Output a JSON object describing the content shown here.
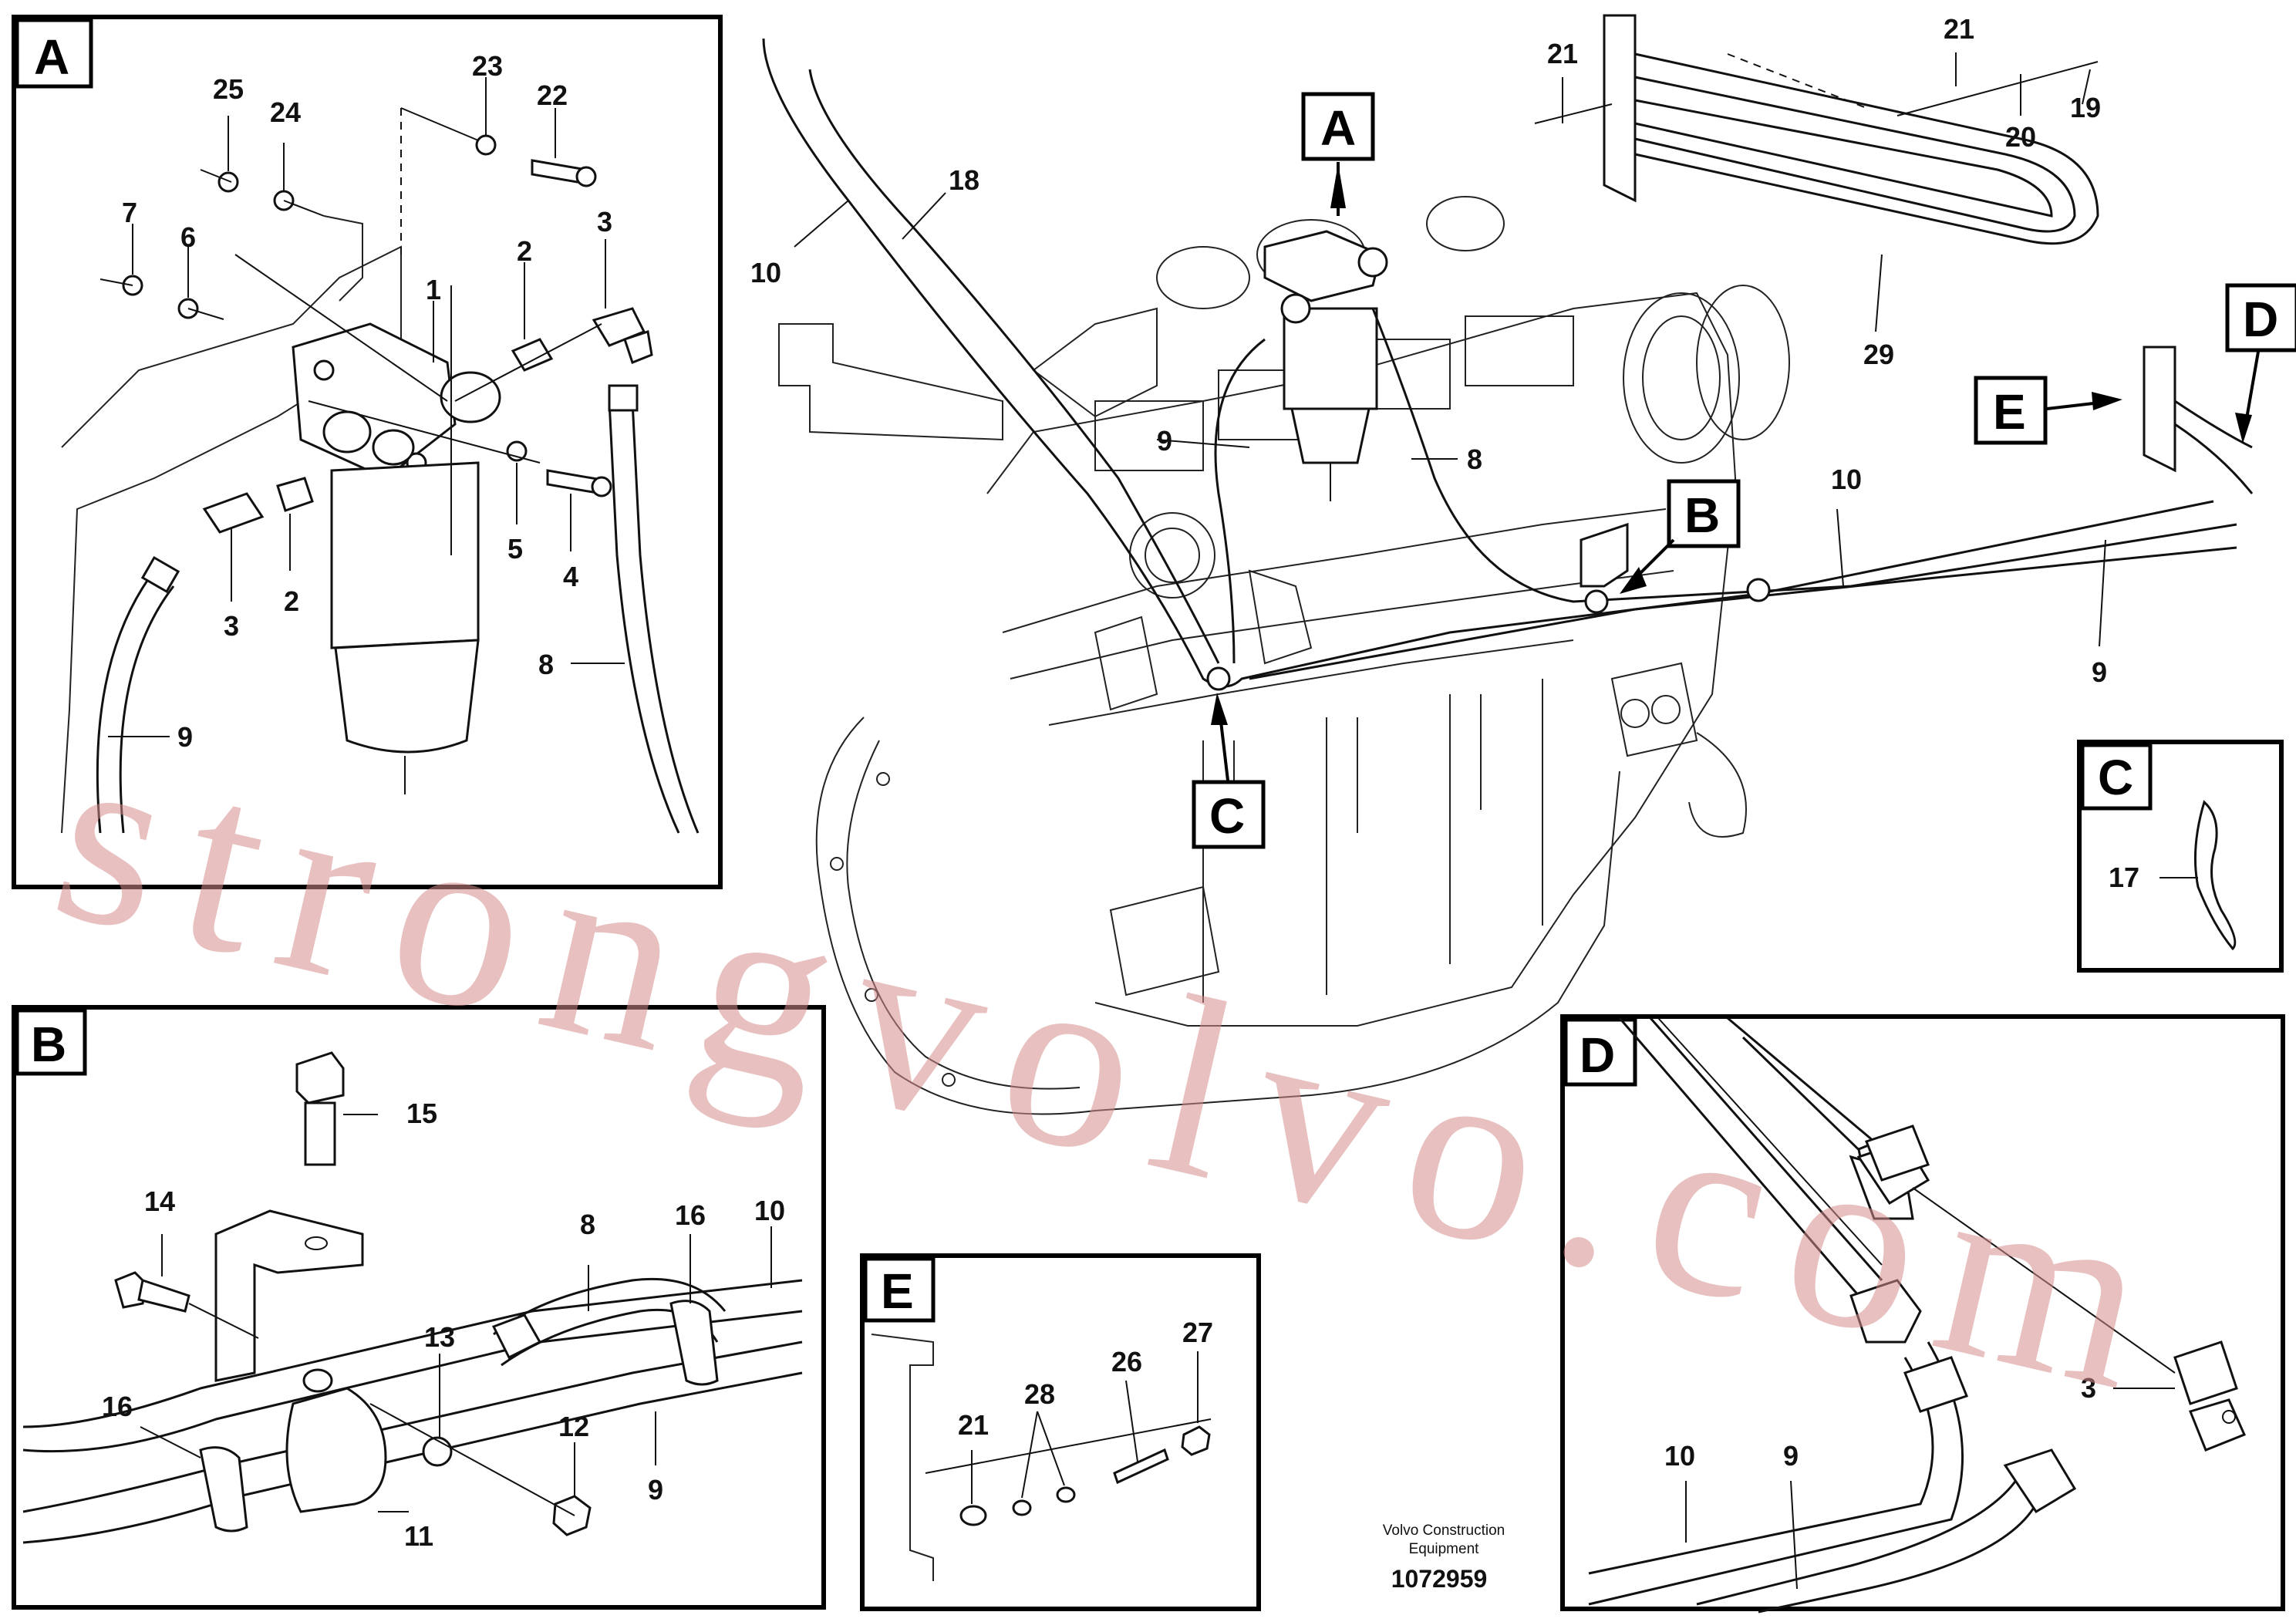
{
  "panels": {
    "A": {
      "letter": "A",
      "labels": [
        "25",
        "24",
        "23",
        "22",
        "7",
        "6",
        "1",
        "2",
        "3",
        "5",
        "4",
        "2",
        "3",
        "8",
        "9"
      ]
    },
    "B": {
      "letter": "B",
      "labels": [
        "15",
        "14",
        "8",
        "16",
        "10",
        "13",
        "12",
        "16",
        "11",
        "9"
      ]
    },
    "C": {
      "letter": "C",
      "labels": [
        "17"
      ]
    },
    "D": {
      "letter": "D",
      "labels": [
        "10",
        "9",
        "3"
      ]
    },
    "E": {
      "letter": "E",
      "labels": [
        "27",
        "26",
        "28",
        "21"
      ]
    }
  },
  "main": {
    "labels": [
      "18",
      "10",
      "9",
      "8",
      "10",
      "9",
      "21",
      "21",
      "20",
      "19",
      "29"
    ],
    "callouts": [
      "A",
      "B",
      "C",
      "D",
      "E"
    ]
  },
  "footer": {
    "company_line1": "Volvo Construction",
    "company_line2": "Equipment",
    "part_number": "1072959"
  },
  "watermark": "strongvolvo.com"
}
